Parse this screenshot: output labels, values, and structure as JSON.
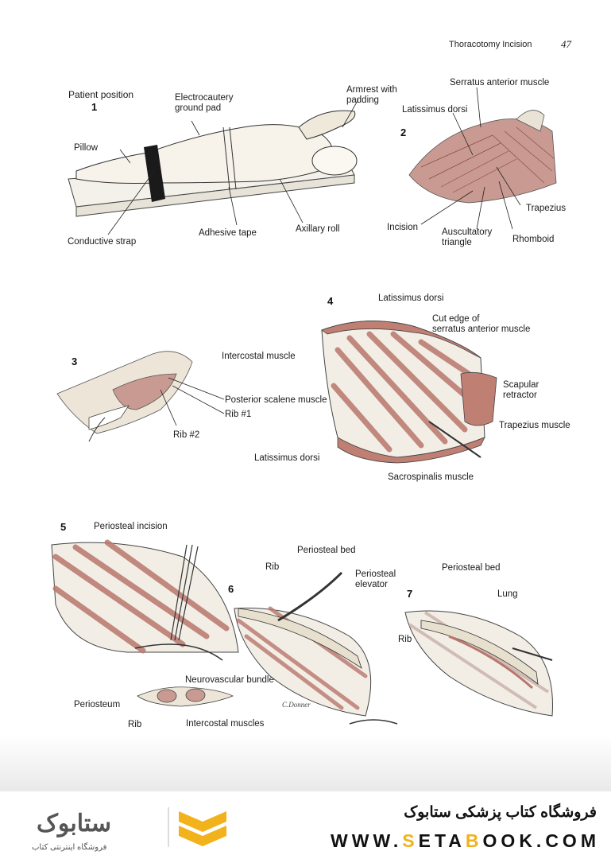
{
  "header": {
    "title": "Thoracotomy Incision",
    "page": "47"
  },
  "figures": {
    "fig1": {
      "number": "1",
      "title": "Patient position",
      "labels": {
        "ground_pad": "Electrocautery\nground pad",
        "armrest": "Armrest with\npadding",
        "pillow": "Pillow",
        "strap": "Conductive strap",
        "tape": "Adhesive tape",
        "roll": "Axillary roll"
      }
    },
    "fig2": {
      "number": "2",
      "labels": {
        "serratus": "Serratus anterior muscle",
        "latissimus": "Latissimus dorsi",
        "trapezius": "Trapezius",
        "incision": "Incision",
        "auscultatory": "Auscultatory\ntriangle",
        "rhomboid": "Rhomboid"
      }
    },
    "fig3": {
      "number": "3",
      "labels": {
        "scalene": "Posterior scalene muscle",
        "rib1": "Rib #1",
        "rib2": "Rib #2"
      }
    },
    "fig4": {
      "number": "4",
      "labels": {
        "latissimus_top": "Latissimus dorsi",
        "cut_edge": "Cut edge of\nserratus anterior muscle",
        "intercostal": "Intercostal muscle",
        "scapular": "Scapular\nretractor",
        "trapezius": "Trapezius muscle",
        "latissimus_bottom": "Latissimus dorsi",
        "sacrospinalis": "Sacrospinalis muscle"
      }
    },
    "fig5": {
      "number": "5",
      "labels": {
        "periosteal_incision": "Periosteal incision",
        "neurovascular": "Neurovascular bundle",
        "periosteum": "Periosteum",
        "rib": "Rib",
        "intercostal": "Intercostal muscles"
      }
    },
    "fig6": {
      "number": "6",
      "labels": {
        "periosteal_bed": "Periosteal bed",
        "rib": "Rib",
        "elevator": "Periosteal\nelevator"
      },
      "signature": "C.Donner"
    },
    "fig7": {
      "number": "7",
      "labels": {
        "periosteal_bed": "Periosteal bed",
        "lung": "Lung",
        "rib": "Rib"
      }
    }
  },
  "footer": {
    "brand": "فروشگاه کتاب پزشکی ستابوک",
    "url_pre": "WWW.",
    "url_s": "S",
    "url_mid": "ETA",
    "url_b": "B",
    "url_post": "OOK.COM",
    "logo": "ستابوک",
    "logo_sub": "فروشگاه اینترنتی کتاب"
  },
  "colors": {
    "muscle": "#b9776c",
    "accent": "#f2b21c"
  }
}
